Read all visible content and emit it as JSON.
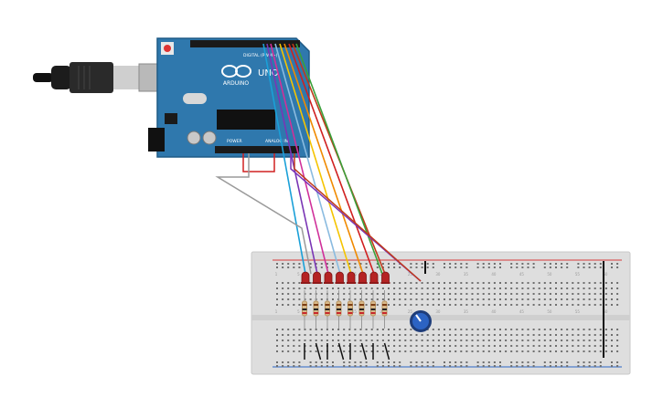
{
  "colors": {
    "background": "#ffffff",
    "board": "#2f78ad",
    "board_dark": "#1f5a86",
    "breadboard": "#dedede",
    "led": "#b52323",
    "pot": "#2c63c3"
  },
  "arduino": {
    "brand": "ARDUINO",
    "model": "UNO",
    "digital_label": "DIGITAL (PWM~)",
    "power_label": "POWER",
    "analog_label": "ANALOG IN"
  },
  "breadboard": {
    "column_numbers": [
      "1",
      "5",
      "10",
      "15",
      "20",
      "25",
      "30",
      "35",
      "40",
      "45",
      "50",
      "55",
      "60"
    ]
  },
  "wire_colors": [
    "#1aa0d8",
    "#7a35b5",
    "#d0309a",
    "#8abbe0",
    "#f5c400",
    "#f08a00",
    "#d02020",
    "#c03a1a",
    "#3aa03a"
  ],
  "icons": {
    "usb_cable": "usb-plug-icon",
    "arduino_logo": "infinity-logo-icon",
    "reset": "reset-button-icon",
    "potentiometer": "knob-icon",
    "led": "led-icon",
    "resistor": "resistor-icon"
  }
}
